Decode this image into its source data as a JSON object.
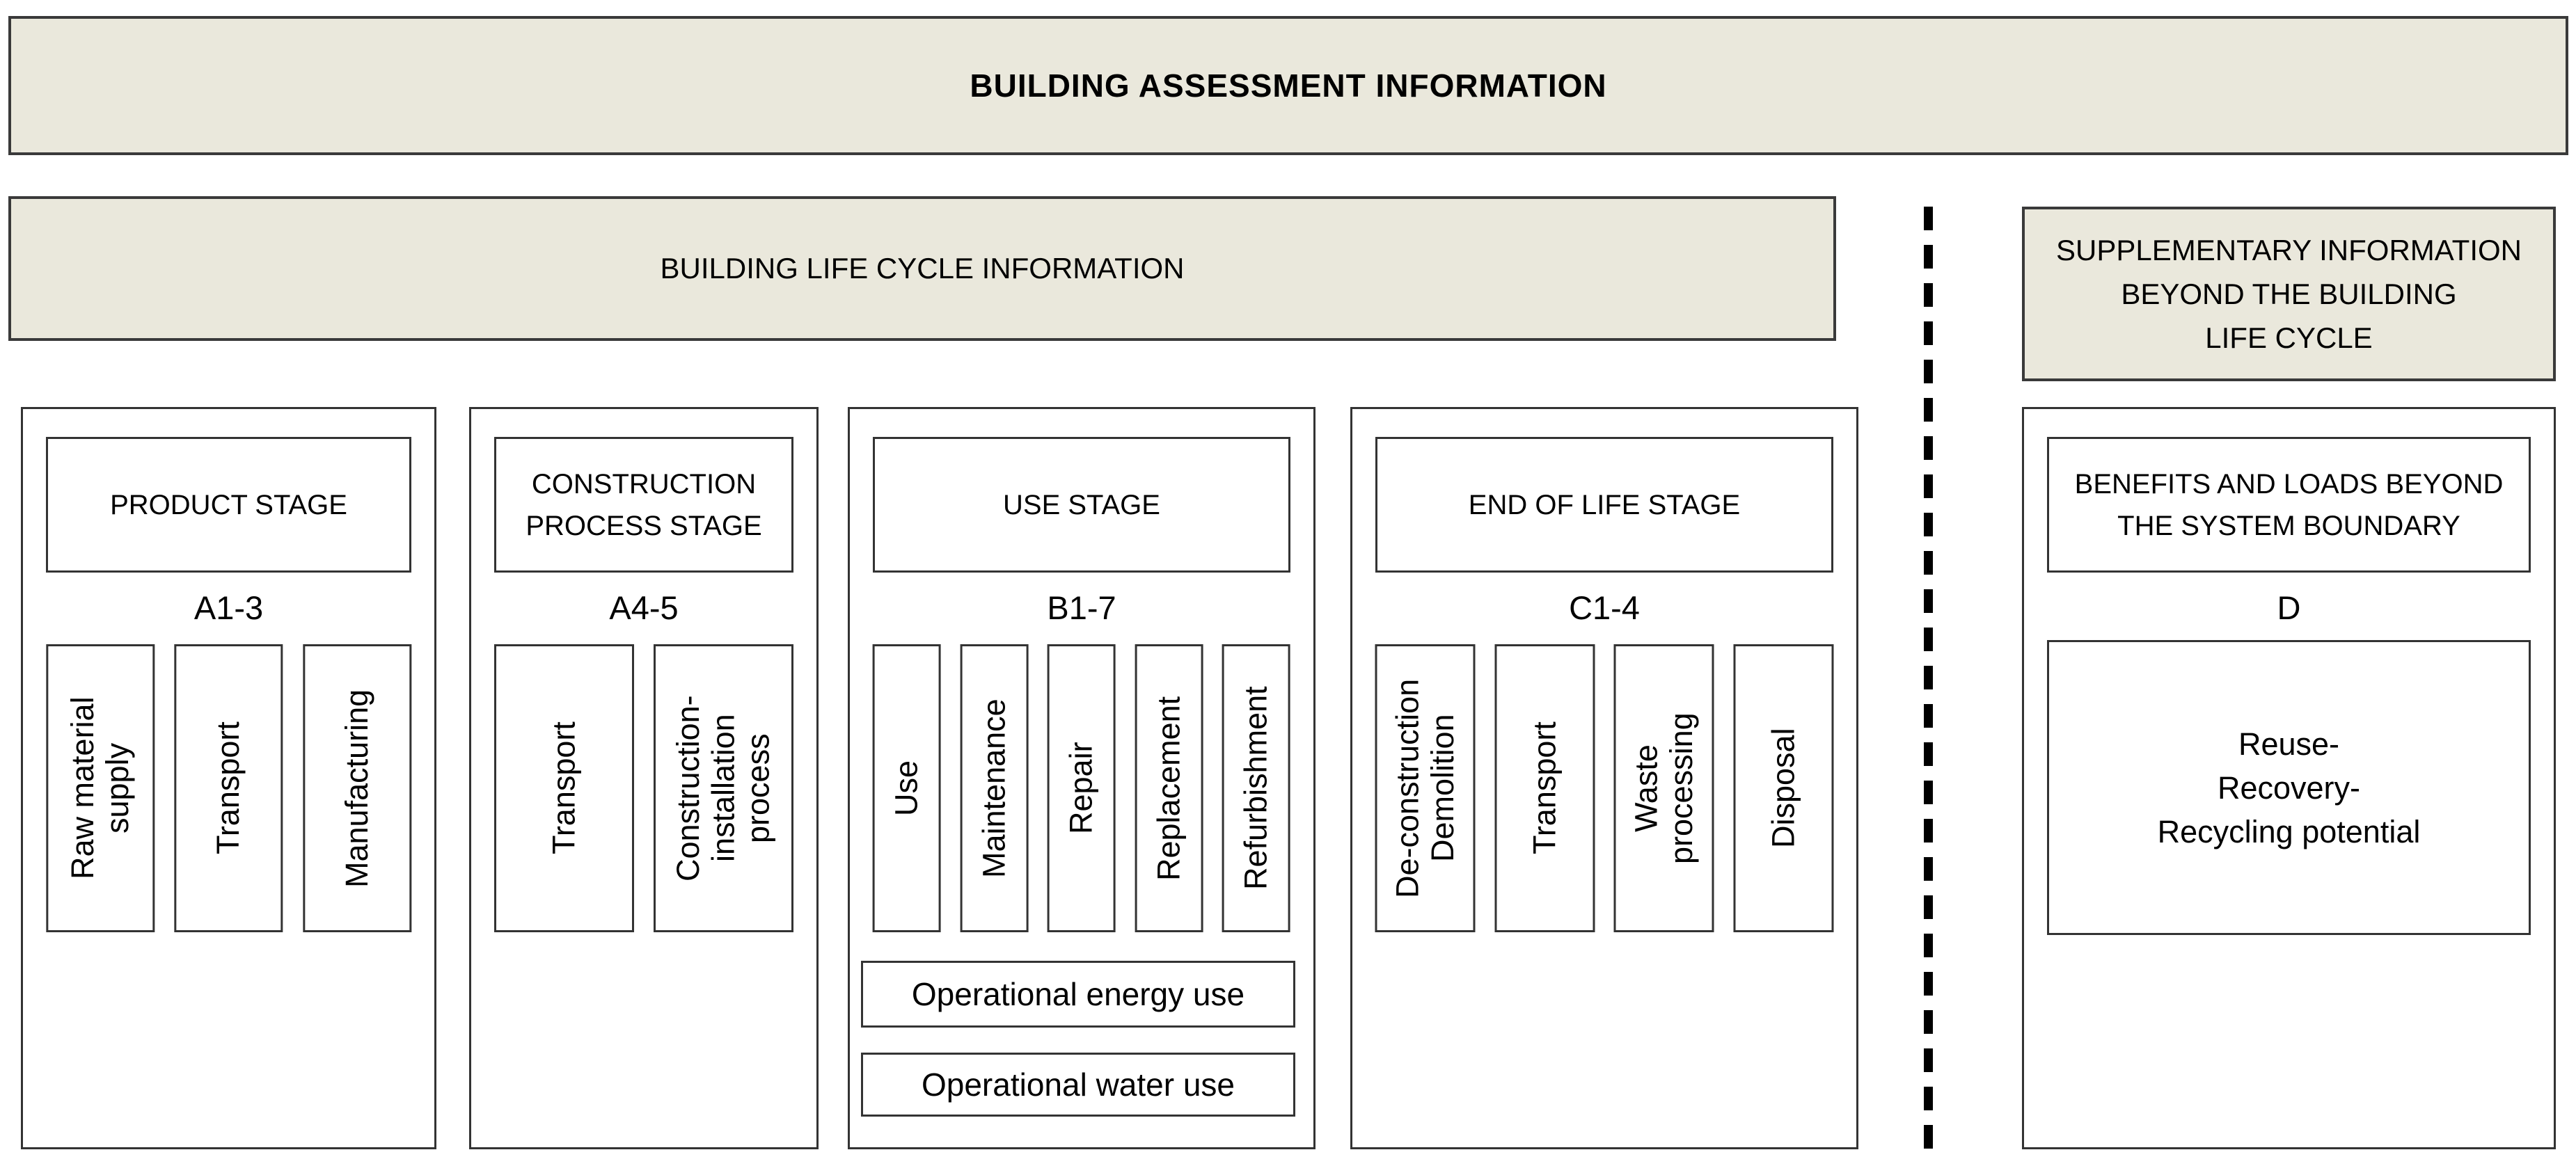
{
  "colors": {
    "panel_beige": "#eae8dc",
    "panel_border": "#3a3a3a",
    "box_border": "#333333",
    "background": "#ffffff",
    "text": "#000000"
  },
  "banner": {
    "title": "BUILDING ASSESSMENT INFORMATION"
  },
  "life_cycle": {
    "header": "BUILDING LIFE CYCLE INFORMATION"
  },
  "supplementary": {
    "header": "SUPPLEMENTARY INFORMATION\nBEYOND THE BUILDING\nLIFE CYCLE"
  },
  "stages": [
    {
      "title": "PRODUCT STAGE",
      "code": "A1-3",
      "modules": [
        "Raw material\nsupply",
        "Transport",
        "Manufacturing"
      ]
    },
    {
      "title": "CONSTRUCTION\nPROCESS STAGE",
      "code": "A4-5",
      "modules": [
        "Transport",
        "Construction-\ninstallation\nprocess"
      ]
    },
    {
      "title": "USE STAGE",
      "code": "B1-7",
      "modules": [
        "Use",
        "Maintenance",
        "Repair",
        "Replacement",
        "Refurbishment"
      ],
      "extras": [
        "Operational energy use",
        "Operational water use"
      ]
    },
    {
      "title": "END OF LIFE STAGE",
      "code": "C1-4",
      "modules": [
        "De-construction\nDemolition",
        "Transport",
        "Waste\nprocessing",
        "Disposal"
      ]
    }
  ],
  "benefits": {
    "title": "BENEFITS AND LOADS BEYOND\nTHE SYSTEM BOUNDARY",
    "code": "D",
    "content": "Reuse-\nRecovery-\nRecycling potential"
  }
}
